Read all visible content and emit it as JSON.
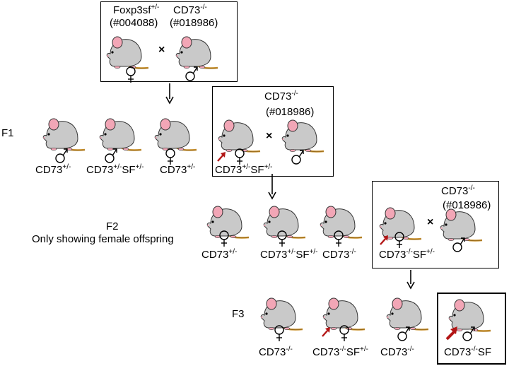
{
  "p0": {
    "strain_left": "Foxp3sf",
    "strain_left_sup": "+/-",
    "strain_left_id": "(#004088)",
    "strain_right": "CD73",
    "strain_right_sup": "-/-",
    "strain_right_id": "(#018986)",
    "cross": "×"
  },
  "f1": {
    "gen": "F1",
    "m1": {
      "a": "CD73",
      "as": "+/-",
      "b": "",
      "bs": ""
    },
    "m2": {
      "a": "CD73",
      "as": "+/-",
      "b": "SF",
      "bs": "+/-"
    },
    "m3": {
      "a": "CD73",
      "as": "+/-",
      "b": "",
      "bs": ""
    },
    "m4": {
      "a": "CD73",
      "as": "+/-",
      "b": "SF",
      "bs": "+/-"
    },
    "partner": "CD73",
    "partner_sup": "-/-",
    "partner_id": "(#018986)",
    "cross": "×"
  },
  "f2": {
    "gen": "F2",
    "note": "Only showing female offspring",
    "m1": {
      "a": "CD73",
      "as": "+/-",
      "b": "",
      "bs": ""
    },
    "m2": {
      "a": "CD73",
      "as": "+/-",
      "b": "SF",
      "bs": "+/-"
    },
    "m3": {
      "a": "CD73",
      "as": "-/-",
      "b": "",
      "bs": ""
    },
    "m4": {
      "a": "CD73",
      "as": "-/-",
      "b": "SF",
      "bs": "+/-"
    },
    "partner": "CD73",
    "partner_sup": "-/-",
    "partner_id": "(#018986)",
    "cross": "×"
  },
  "f3": {
    "gen": "F3",
    "m1": {
      "a": "CD73",
      "as": "-/-",
      "b": "",
      "bs": ""
    },
    "m2": {
      "a": "CD73",
      "as": "-/-",
      "b": "SF",
      "bs": "+/-"
    },
    "m3": {
      "a": "CD73",
      "as": "-/-",
      "b": "",
      "bs": ""
    },
    "m4": {
      "a": "CD73",
      "as": "-/-",
      "b": "SF",
      "bs": ""
    }
  },
  "colors": {
    "body": "#c9c9c9",
    "ear": "#f2a6b6",
    "tail": "#c8902e",
    "arrow": "#b31616"
  }
}
